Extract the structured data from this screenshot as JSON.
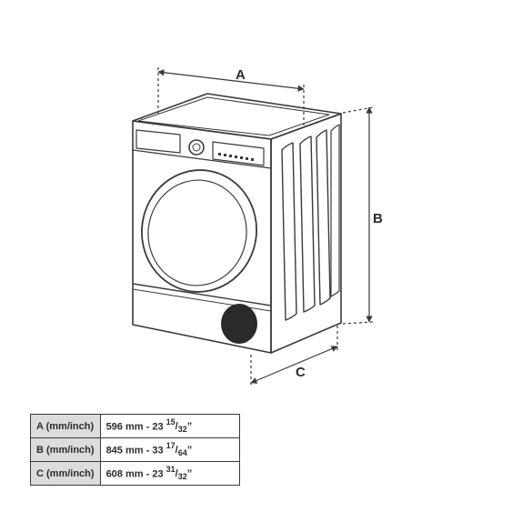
{
  "dimension_labels": {
    "a": "A",
    "b": "B",
    "c": "C"
  },
  "table": {
    "rows": [
      {
        "key": "A (mm/inch)",
        "mm": "596 mm",
        "inch_whole": "23",
        "inch_num": "15",
        "inch_den": "32"
      },
      {
        "key": "B (mm/inch)",
        "mm": "845 mm",
        "inch_whole": "33",
        "inch_num": "17",
        "inch_den": "64"
      },
      {
        "key": "C (mm/inch)",
        "mm": "608 mm",
        "inch_whole": "23",
        "inch_num": "31",
        "inch_den": "32"
      }
    ]
  },
  "colors": {
    "line": "#3a3a3a",
    "header_cell": "#dcdcdc",
    "vent": "#2a2a2a"
  }
}
